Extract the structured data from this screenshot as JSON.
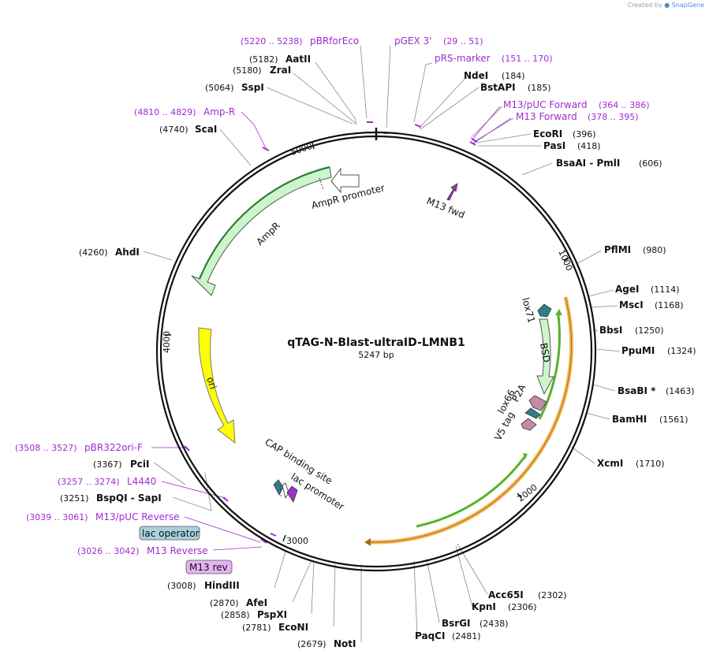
{
  "credit": {
    "prefix": "Created by",
    "brand": "SnapGene"
  },
  "plasmid": {
    "name": "qTAG-N-Blast-ultraID-LMNB1",
    "length_label": "5247 bp"
  },
  "ticks": [
    {
      "label": "1000"
    },
    {
      "label": "2000"
    },
    {
      "label": "3000"
    },
    {
      "label": "4000"
    },
    {
      "label": "5000"
    }
  ],
  "enzymes": [
    {
      "name": "AatII",
      "pos": "(5182)"
    },
    {
      "name": "ZraI",
      "pos": "(5180)"
    },
    {
      "name": "SspI",
      "pos": "(5064)"
    },
    {
      "name": "ScaI",
      "pos": "(4740)"
    },
    {
      "name": "NdeI",
      "pos": "(184)"
    },
    {
      "name": "BstAPI",
      "pos": "(185)"
    },
    {
      "name": "EcoRI",
      "pos": "(396)"
    },
    {
      "name": "PasI",
      "pos": "(418)"
    },
    {
      "name": "BsaAI - PmlI",
      "pos": "(606)"
    },
    {
      "name": "PflMI",
      "pos": "(980)"
    },
    {
      "name": "AgeI",
      "pos": "(1114)"
    },
    {
      "name": "MscI",
      "pos": "(1168)"
    },
    {
      "name": "BbsI",
      "pos": "(1250)"
    },
    {
      "name": "PpuMI",
      "pos": "(1324)"
    },
    {
      "name": "BsaBI *",
      "pos": "(1463)"
    },
    {
      "name": "BamHI",
      "pos": "(1561)"
    },
    {
      "name": "XcmI",
      "pos": "(1710)"
    },
    {
      "name": "AhdI",
      "pos": "(4260)"
    },
    {
      "name": "PciI",
      "pos": "(3367)"
    },
    {
      "name": "BspQI - SapI",
      "pos": "(3251)"
    },
    {
      "name": "HindIII",
      "pos": "(3008)"
    },
    {
      "name": "AfeI",
      "pos": "(2870)"
    },
    {
      "name": "PspXI",
      "pos": "(2858)"
    },
    {
      "name": "EcoNI",
      "pos": "(2781)"
    },
    {
      "name": "NotI",
      "pos": "(2679)"
    },
    {
      "name": "PaqCI",
      "pos": "(2481)"
    },
    {
      "name": "BsrGI",
      "pos": "(2438)"
    },
    {
      "name": "KpnI",
      "pos": "(2306)"
    },
    {
      "name": "Acc65I",
      "pos": "(2302)"
    }
  ],
  "primers": [
    {
      "name": "pBRforEco",
      "pos": "(5220 .. 5238)"
    },
    {
      "name": "pGEX 3'",
      "pos": "(29 .. 51)"
    },
    {
      "name": "pRS-marker",
      "pos": "(151 .. 170)"
    },
    {
      "name": "M13/pUC Forward",
      "pos": "(364 .. 386)"
    },
    {
      "name": "M13 Forward",
      "pos": "(378 .. 395)"
    },
    {
      "name": "Amp-R",
      "pos": "(4810 .. 4829)"
    },
    {
      "name": "pBR322ori-F",
      "pos": "(3508 .. 3527)"
    },
    {
      "name": "L4440",
      "pos": "(3257 .. 3274)"
    },
    {
      "name": "M13/pUC Reverse",
      "pos": "(3039 .. 3061)"
    },
    {
      "name": "M13 Reverse",
      "pos": "(3026 .. 3042)"
    }
  ],
  "features": {
    "ampr_promoter": "AmpR promoter",
    "ampr": "AmpR",
    "ori": "ori",
    "cap_site": "CAP binding site",
    "lac_promoter": "lac promoter",
    "lac_operator": "lac operator",
    "m13_rev": "M13 rev",
    "m13_fwd": "M13 fwd",
    "lox71": "lox71",
    "bsd": "BSD",
    "p2a": "P2A",
    "lox66": "lox66",
    "v5_tag": "V5 tag"
  },
  "colors": {
    "backbone": "#111111",
    "primer": "#a02bd1",
    "ampr_fill": "#cdf5cc",
    "ampr_outline": "#2e7d32",
    "ori_fill": "#ffff00",
    "promoter_fill": "#ffffff",
    "orf_fill": "#cdf5cc",
    "orange_arc": "#f5b856",
    "green_arc": "#59b02c",
    "loxP_fill": "#2e7f8c",
    "p2a_fill": "#c58aa5",
    "lac_operator_fill": "#a8d1df",
    "m13_rev_fill": "#e6b3f2",
    "m13_fwd_fill": "#9b33cc"
  }
}
